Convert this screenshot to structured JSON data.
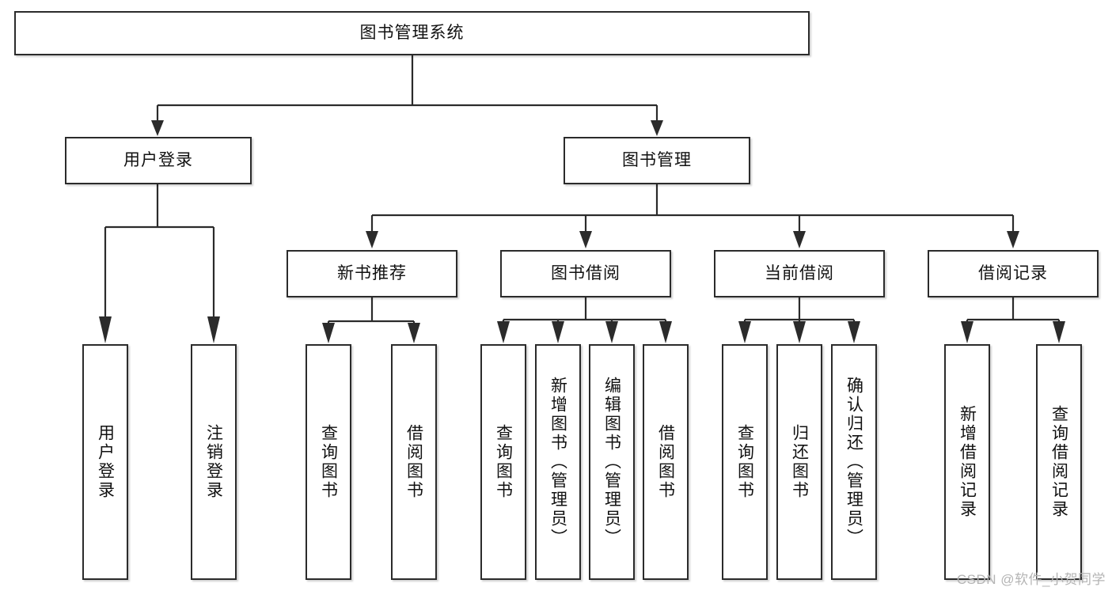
{
  "diagram": {
    "type": "tree-hierarchy-functional-decomposition",
    "title_node": "图书管理系统",
    "nodes": {
      "root": {
        "label": "图书管理系统",
        "level": 0
      },
      "user_login": {
        "label": "用户登录",
        "level": 1
      },
      "book_manage": {
        "label": "图书管理",
        "level": 1
      },
      "new_book_rec": {
        "label": "新书推荐",
        "level": 2
      },
      "book_borrow": {
        "label": "图书借阅",
        "level": 2
      },
      "current_borrow": {
        "label": "当前借阅",
        "level": 2
      },
      "borrow_record": {
        "label": "借阅记录",
        "level": 2
      },
      "leaf_user_login": {
        "label": "用户登录",
        "level": 3
      },
      "leaf_logout": {
        "label": "注销登录",
        "level": 3
      },
      "leaf_query_book_a": {
        "label": "查询图书",
        "level": 3
      },
      "leaf_borrow_book_a": {
        "label": "借阅图书",
        "level": 3
      },
      "leaf_query_book_b": {
        "label": "查询图书",
        "level": 3
      },
      "leaf_add_book": {
        "label": "新增图书（管理员）",
        "level": 3
      },
      "leaf_edit_book": {
        "label": "编辑图书（管理员）",
        "level": 3
      },
      "leaf_borrow_book_b": {
        "label": "借阅图书",
        "level": 3
      },
      "leaf_query_book_c": {
        "label": "查询图书",
        "level": 3
      },
      "leaf_return_book": {
        "label": "归还图书",
        "level": 3
      },
      "leaf_confirm_return": {
        "label": "确认归还（管理员）",
        "level": 3
      },
      "leaf_add_record": {
        "label": "新增借阅记录",
        "level": 3
      },
      "leaf_query_record": {
        "label": "查询借阅记录",
        "level": 3
      }
    },
    "edges": [
      {
        "from": "root",
        "to": "user_login"
      },
      {
        "from": "root",
        "to": "book_manage"
      },
      {
        "from": "user_login",
        "to": "leaf_user_login"
      },
      {
        "from": "user_login",
        "to": "leaf_logout"
      },
      {
        "from": "book_manage",
        "to": "new_book_rec"
      },
      {
        "from": "book_manage",
        "to": "book_borrow"
      },
      {
        "from": "book_manage",
        "to": "current_borrow"
      },
      {
        "from": "book_manage",
        "to": "borrow_record"
      },
      {
        "from": "new_book_rec",
        "to": "leaf_query_book_a"
      },
      {
        "from": "new_book_rec",
        "to": "leaf_borrow_book_a"
      },
      {
        "from": "book_borrow",
        "to": "leaf_query_book_b"
      },
      {
        "from": "book_borrow",
        "to": "leaf_add_book"
      },
      {
        "from": "book_borrow",
        "to": "leaf_edit_book"
      },
      {
        "from": "book_borrow",
        "to": "leaf_borrow_book_b"
      },
      {
        "from": "current_borrow",
        "to": "leaf_query_book_c"
      },
      {
        "from": "current_borrow",
        "to": "leaf_return_book"
      },
      {
        "from": "current_borrow",
        "to": "leaf_confirm_return"
      },
      {
        "from": "borrow_record",
        "to": "leaf_add_record"
      },
      {
        "from": "borrow_record",
        "to": "leaf_query_record"
      }
    ]
  },
  "watermark": {
    "text": "CSDN @软件_小贺同学"
  },
  "colors": {
    "border": "#2b2b2b",
    "background": "#ffffff",
    "text": "#111111",
    "watermark": "#b4b4b4"
  }
}
